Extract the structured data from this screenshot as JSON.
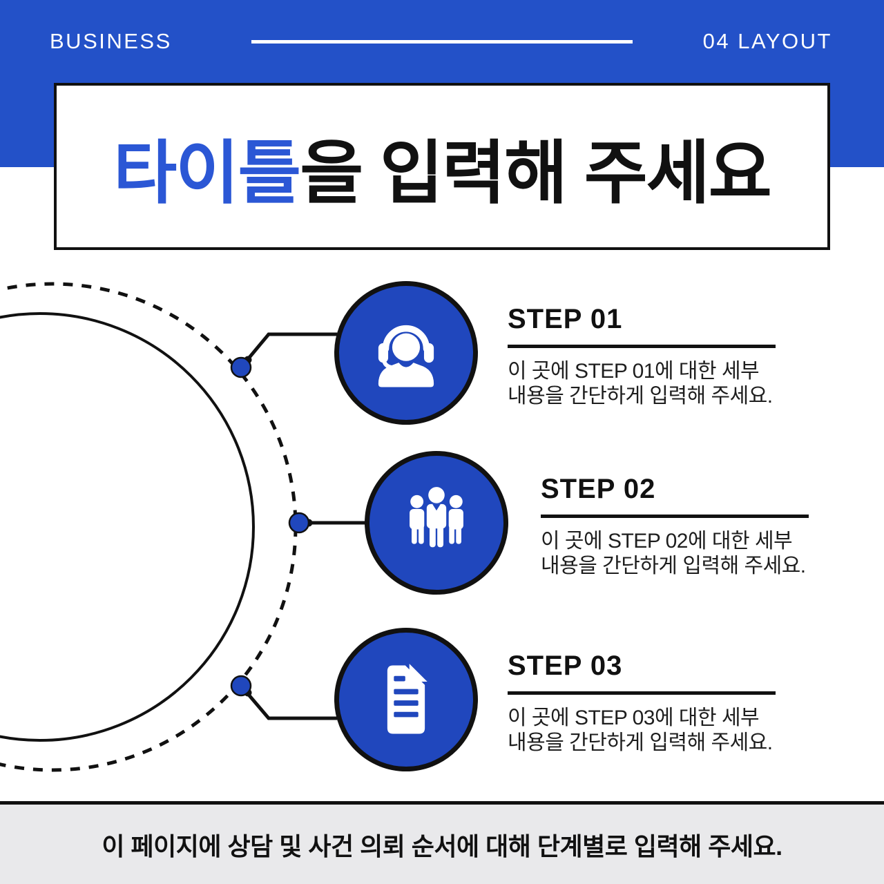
{
  "header": {
    "brand": "BUSINESS",
    "page_label": "04 LAYOUT"
  },
  "title": {
    "highlight": "타이틀",
    "rest": "을 입력해 주세요"
  },
  "steps": [
    {
      "label": "STEP 01",
      "icon": "headset-agent-icon",
      "desc_line1": "이 곳에 STEP 01에 대한 세부",
      "desc_line2": "내용을 간단하게 입력해 주세요."
    },
    {
      "label": "STEP 02",
      "icon": "team-icon",
      "desc_line1": "이 곳에 STEP 02에 대한 세부",
      "desc_line2": "내용을 간단하게 입력해 주세요."
    },
    {
      "label": "STEP 03",
      "icon": "document-icon",
      "desc_line1": "이 곳에 STEP 03에 대한 세부",
      "desc_line2": "내용을 간단하게 입력해 주세요."
    }
  ],
  "footer": {
    "note": "이 페이지에 상담 및 사건 의뢰 순서에 대해 단계별로 입력해 주세요."
  },
  "colors": {
    "band_blue": "#2351c8",
    "circle_blue": "#2047bd",
    "title_blue": "#2b57d5",
    "ink": "#111111",
    "footer_bg": "#e9e9eb"
  }
}
